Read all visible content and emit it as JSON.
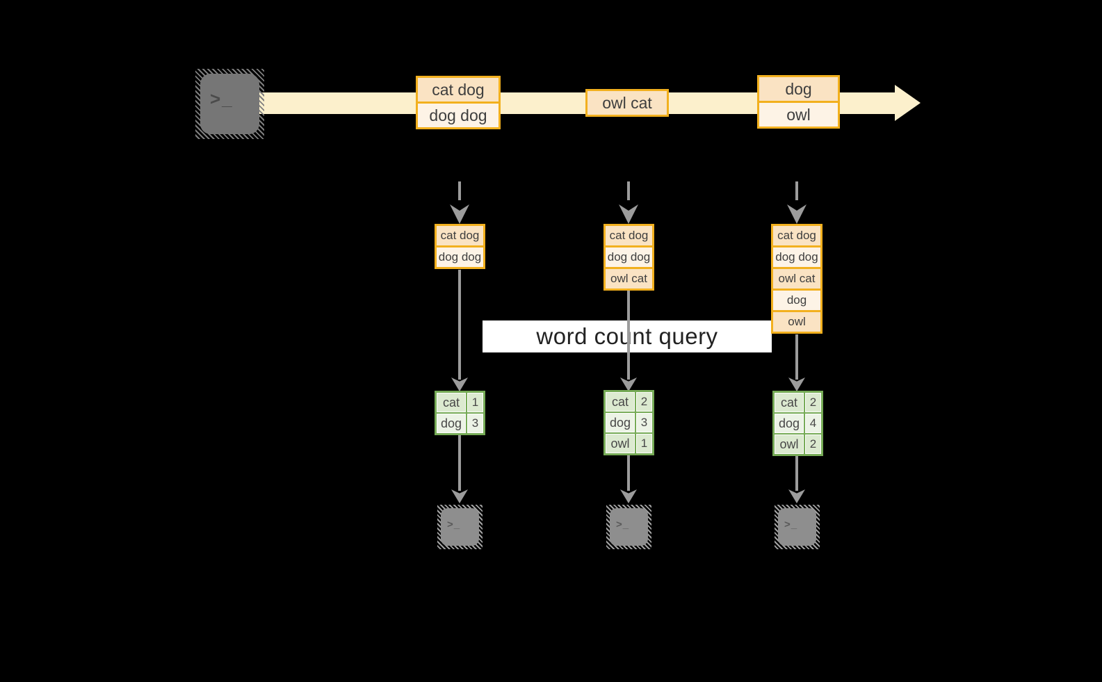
{
  "label": {
    "text": "word count query"
  },
  "terminal_prompt": ">_",
  "stream": {
    "events": [
      {
        "lines": [
          "cat dog",
          "dog dog"
        ]
      },
      {
        "lines": [
          "owl cat"
        ]
      },
      {
        "lines": [
          "dog",
          "owl"
        ]
      }
    ]
  },
  "columns": [
    {
      "state": [
        "cat dog",
        "dog dog"
      ],
      "counts": [
        {
          "word": "cat",
          "count": "1"
        },
        {
          "word": "dog",
          "count": "3"
        }
      ]
    },
    {
      "state": [
        "cat dog",
        "dog dog",
        "owl cat"
      ],
      "counts": [
        {
          "word": "cat",
          "count": "2"
        },
        {
          "word": "dog",
          "count": "3"
        },
        {
          "word": "owl",
          "count": "1"
        }
      ]
    },
    {
      "state": [
        "cat dog",
        "dog dog",
        "owl cat",
        "dog",
        "owl"
      ],
      "counts": [
        {
          "word": "cat",
          "count": "2"
        },
        {
          "word": "dog",
          "count": "4"
        },
        {
          "word": "owl",
          "count": "2"
        }
      ]
    }
  ],
  "colors": {
    "orange": "#f2b01e",
    "peach_dark": "#fae3c3",
    "peach_light": "#fdf3e6",
    "band": "#fcf0cc",
    "green": "#76ab56",
    "green_dark": "#dcead0",
    "green_light": "#ecf3e6",
    "arrow": "#9c9c9c"
  }
}
